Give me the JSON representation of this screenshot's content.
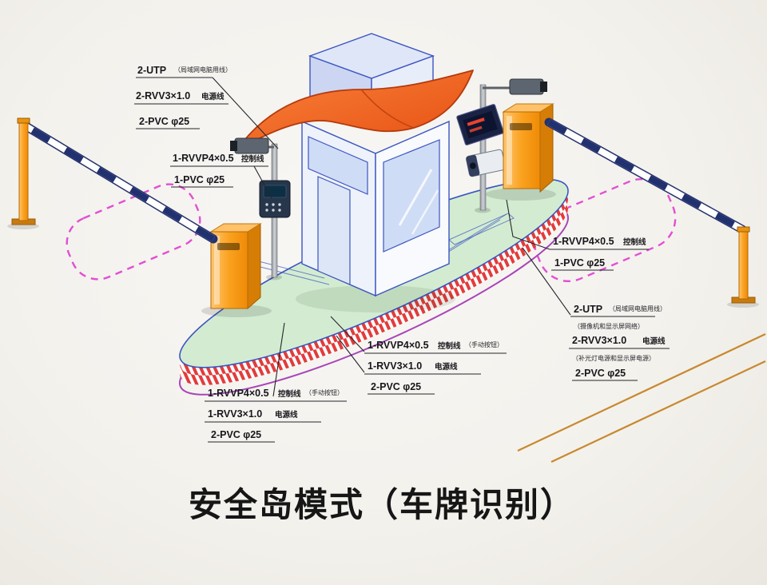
{
  "title": "安全岛模式（车牌识别）",
  "callouts": {
    "cameraLeft": {
      "row1_code": "2-UTP",
      "row1_note": "（局域网电脑用线）",
      "row2_code": "2-RVV3×1.0",
      "row2_suffix": "电源线",
      "row3_code": "2-PVC φ25"
    },
    "controlLeft": {
      "row1_code": "1-RVVP4×0.5",
      "row1_suffix": "控制线",
      "row2_code": "1-PVC φ25"
    },
    "barrierRight": {
      "row1_code": "1-RVVP4×0.5",
      "row1_suffix": "控制线",
      "row2_code": "1-PVC φ25"
    },
    "cameraRight": {
      "row1_code": "2-UTP",
      "row1_note": "（局域网电脑用线）",
      "row2_note": "（摄像机和显示屏网络）",
      "row3_code": "2-RVV3×1.0",
      "row3_suffix": "电源线",
      "row4_note": "（补光灯电源和显示屏电源）",
      "row5_code": "2-PVC φ25"
    },
    "boothCenter": {
      "row1_code": "1-RVVP4×0.5",
      "row1_suffix": "控制线",
      "row1_note": "（手动按钮）",
      "row2_code": "1-RVV3×1.0",
      "row2_suffix": "电源线",
      "row3_code": "2-PVC φ25"
    },
    "barrierLeft": {
      "row1_code": "1-RVVP4×0.5",
      "row1_suffix": "控制线",
      "row1_note": "（手动按钮）",
      "row2_code": "1-RVV3×1.0",
      "row2_suffix": "电源线",
      "row3_code": "2-PVC φ25"
    }
  },
  "colors": {
    "outline_blue": "#3b55c0",
    "island_green": "#d3ecd1",
    "stripe_red": "#e23c3c",
    "wall_edge": "#a845b8",
    "canopy_orange": "#ee5a1d",
    "cabinet_orange": "#f79a1e",
    "loop_magenta": "#e24fd3",
    "road_line": "#c8882e",
    "arm_stripe": "#21306e",
    "title_color": "#161616"
  }
}
